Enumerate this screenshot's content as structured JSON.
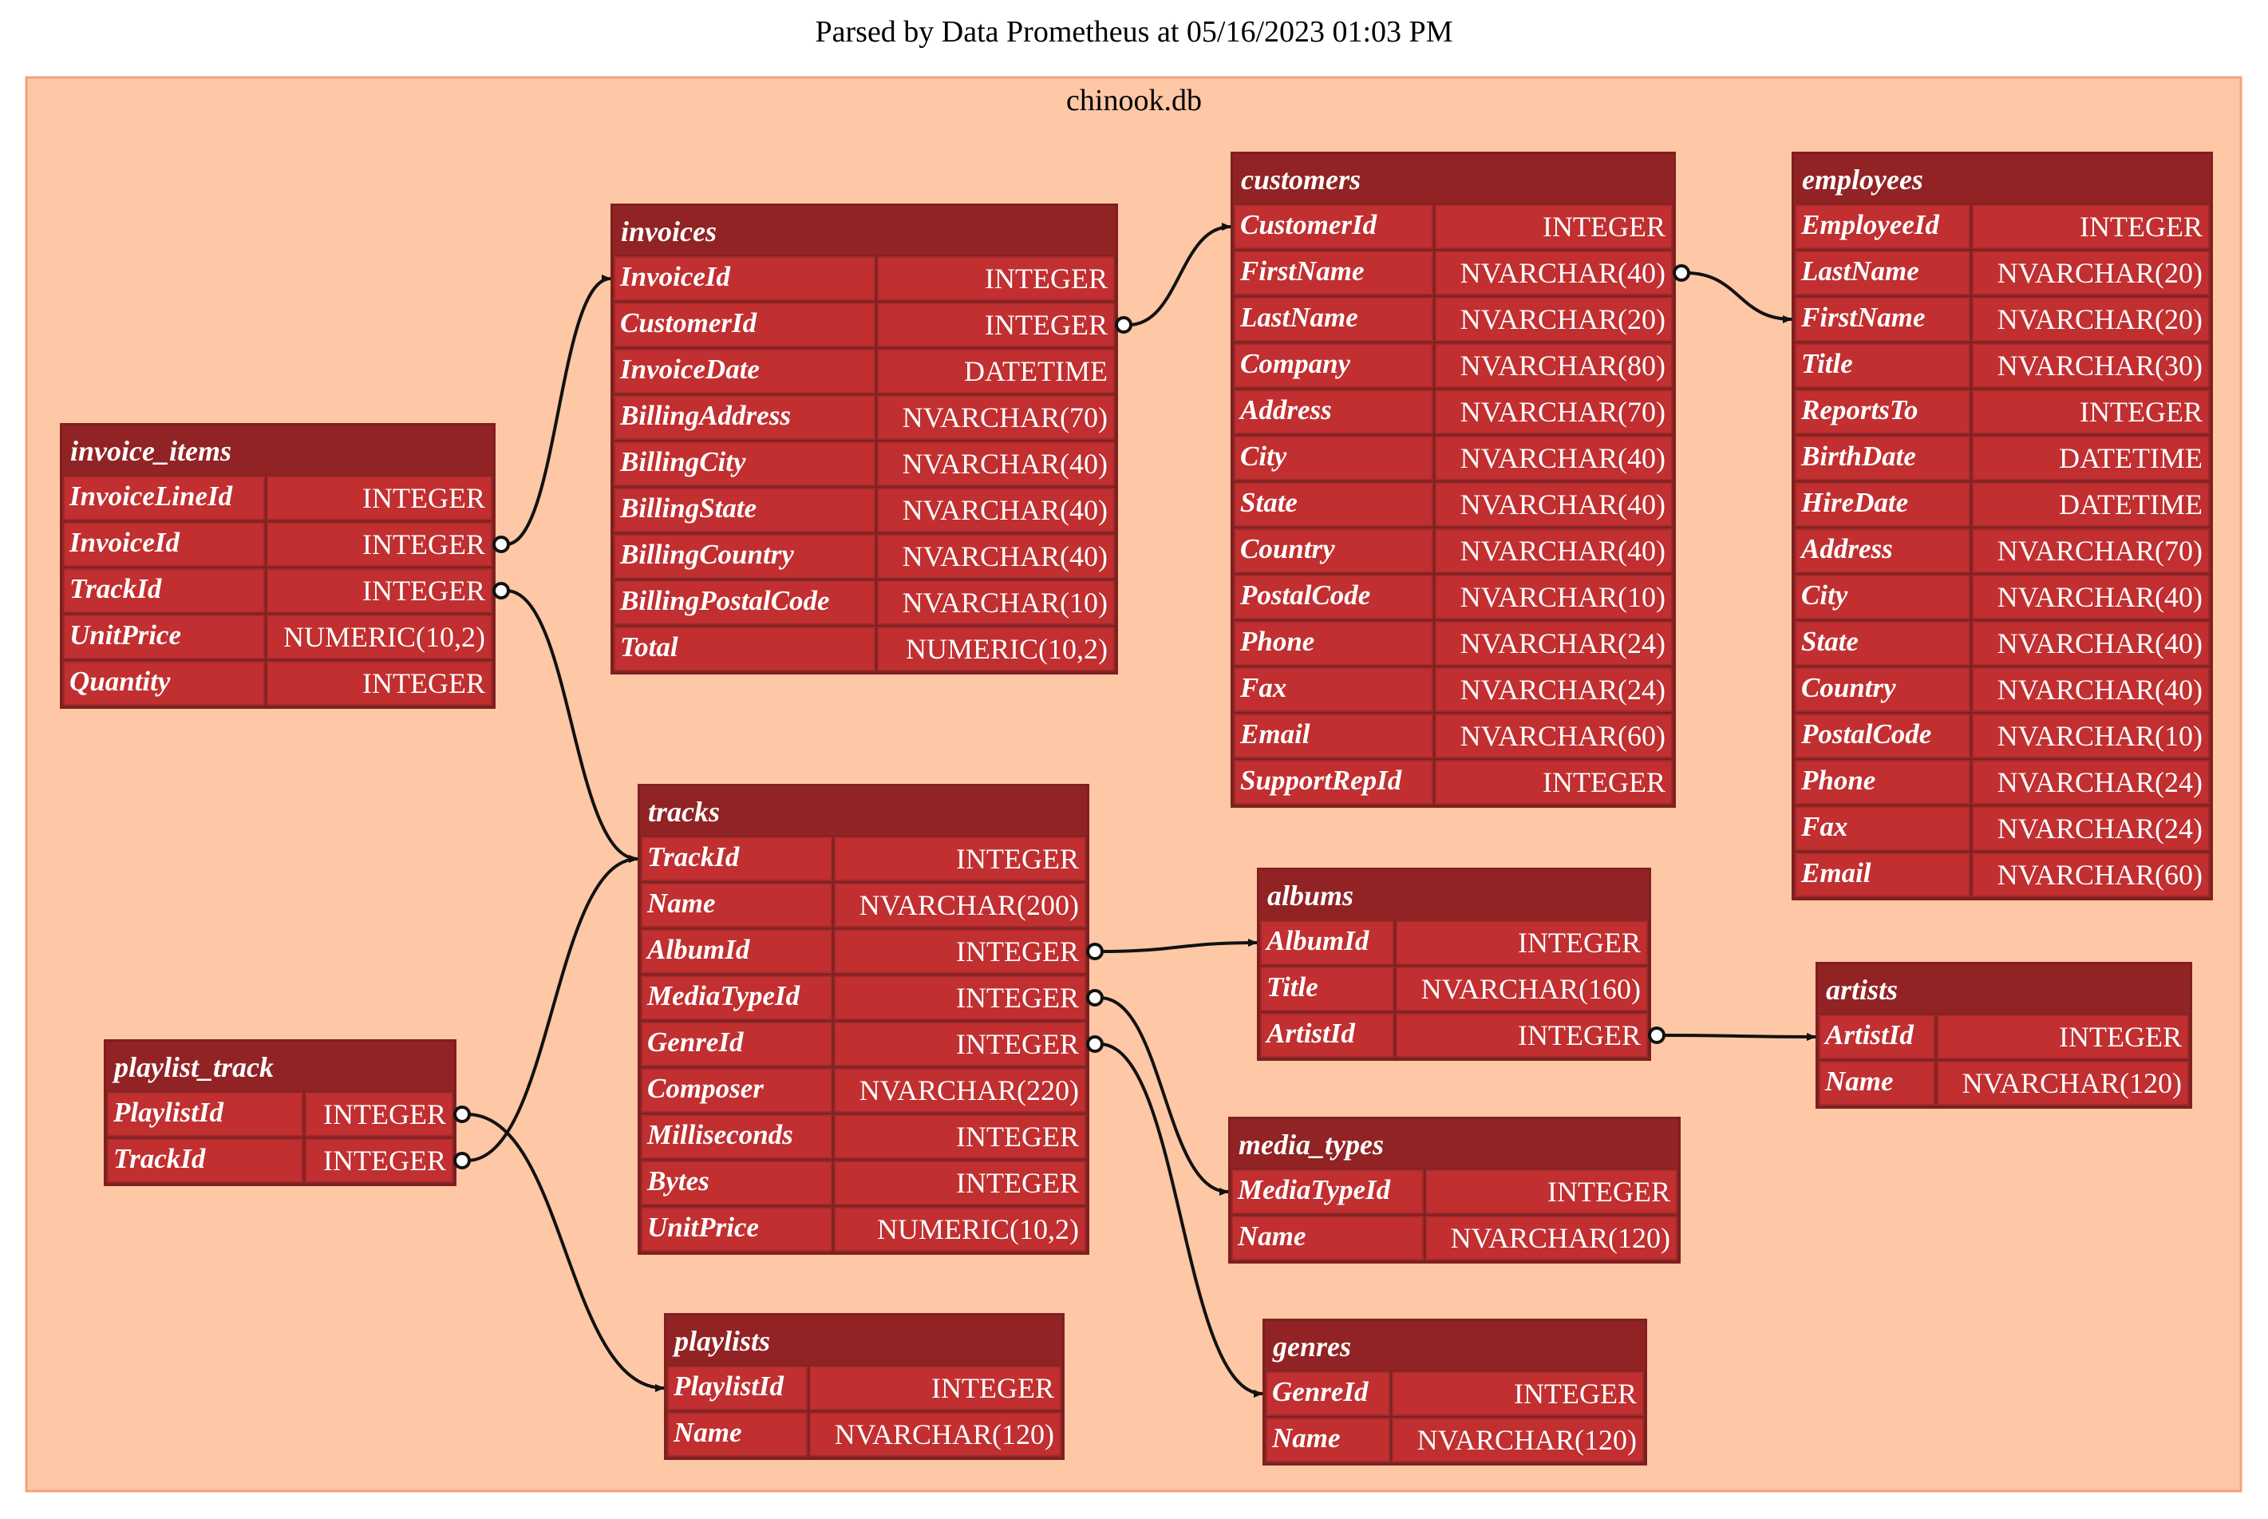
{
  "header": {
    "title": "Parsed by Data Prometheus at 05/16/2023 01:03 PM"
  },
  "cluster": {
    "label": "chinook.db"
  },
  "colors": {
    "cluster_fill": "#fec7a5",
    "cluster_border": "#f6a07c",
    "table_header": "#912324",
    "table_cell": "#c12f30",
    "table_border": "#7f1f20",
    "edge": "#111111"
  },
  "tables": [
    {
      "id": "invoice_items",
      "name": "invoice_items",
      "columns": [
        {
          "name": "InvoiceLineId",
          "type": "INTEGER"
        },
        {
          "name": "InvoiceId",
          "type": "INTEGER"
        },
        {
          "name": "TrackId",
          "type": "INTEGER"
        },
        {
          "name": "UnitPrice",
          "type": "NUMERIC(10,2)"
        },
        {
          "name": "Quantity",
          "type": "INTEGER"
        }
      ]
    },
    {
      "id": "invoices",
      "name": "invoices",
      "columns": [
        {
          "name": "InvoiceId",
          "type": "INTEGER"
        },
        {
          "name": "CustomerId",
          "type": "INTEGER"
        },
        {
          "name": "InvoiceDate",
          "type": "DATETIME"
        },
        {
          "name": "BillingAddress",
          "type": "NVARCHAR(70)"
        },
        {
          "name": "BillingCity",
          "type": "NVARCHAR(40)"
        },
        {
          "name": "BillingState",
          "type": "NVARCHAR(40)"
        },
        {
          "name": "BillingCountry",
          "type": "NVARCHAR(40)"
        },
        {
          "name": "BillingPostalCode",
          "type": "NVARCHAR(10)"
        },
        {
          "name": "Total",
          "type": "NUMERIC(10,2)"
        }
      ]
    },
    {
      "id": "customers",
      "name": "customers",
      "columns": [
        {
          "name": "CustomerId",
          "type": "INTEGER"
        },
        {
          "name": "FirstName",
          "type": "NVARCHAR(40)"
        },
        {
          "name": "LastName",
          "type": "NVARCHAR(20)"
        },
        {
          "name": "Company",
          "type": "NVARCHAR(80)"
        },
        {
          "name": "Address",
          "type": "NVARCHAR(70)"
        },
        {
          "name": "City",
          "type": "NVARCHAR(40)"
        },
        {
          "name": "State",
          "type": "NVARCHAR(40)"
        },
        {
          "name": "Country",
          "type": "NVARCHAR(40)"
        },
        {
          "name": "PostalCode",
          "type": "NVARCHAR(10)"
        },
        {
          "name": "Phone",
          "type": "NVARCHAR(24)"
        },
        {
          "name": "Fax",
          "type": "NVARCHAR(24)"
        },
        {
          "name": "Email",
          "type": "NVARCHAR(60)"
        },
        {
          "name": "SupportRepId",
          "type": "INTEGER"
        }
      ]
    },
    {
      "id": "employees",
      "name": "employees",
      "columns": [
        {
          "name": "EmployeeId",
          "type": "INTEGER"
        },
        {
          "name": "LastName",
          "type": "NVARCHAR(20)"
        },
        {
          "name": "FirstName",
          "type": "NVARCHAR(20)"
        },
        {
          "name": "Title",
          "type": "NVARCHAR(30)"
        },
        {
          "name": "ReportsTo",
          "type": "INTEGER"
        },
        {
          "name": "BirthDate",
          "type": "DATETIME"
        },
        {
          "name": "HireDate",
          "type": "DATETIME"
        },
        {
          "name": "Address",
          "type": "NVARCHAR(70)"
        },
        {
          "name": "City",
          "type": "NVARCHAR(40)"
        },
        {
          "name": "State",
          "type": "NVARCHAR(40)"
        },
        {
          "name": "Country",
          "type": "NVARCHAR(40)"
        },
        {
          "name": "PostalCode",
          "type": "NVARCHAR(10)"
        },
        {
          "name": "Phone",
          "type": "NVARCHAR(24)"
        },
        {
          "name": "Fax",
          "type": "NVARCHAR(24)"
        },
        {
          "name": "Email",
          "type": "NVARCHAR(60)"
        }
      ]
    },
    {
      "id": "tracks",
      "name": "tracks",
      "columns": [
        {
          "name": "TrackId",
          "type": "INTEGER"
        },
        {
          "name": "Name",
          "type": "NVARCHAR(200)"
        },
        {
          "name": "AlbumId",
          "type": "INTEGER"
        },
        {
          "name": "MediaTypeId",
          "type": "INTEGER"
        },
        {
          "name": "GenreId",
          "type": "INTEGER"
        },
        {
          "name": "Composer",
          "type": "NVARCHAR(220)"
        },
        {
          "name": "Milliseconds",
          "type": "INTEGER"
        },
        {
          "name": "Bytes",
          "type": "INTEGER"
        },
        {
          "name": "UnitPrice",
          "type": "NUMERIC(10,2)"
        }
      ]
    },
    {
      "id": "albums",
      "name": "albums",
      "columns": [
        {
          "name": "AlbumId",
          "type": "INTEGER"
        },
        {
          "name": "Title",
          "type": "NVARCHAR(160)"
        },
        {
          "name": "ArtistId",
          "type": "INTEGER"
        }
      ]
    },
    {
      "id": "artists",
      "name": "artists",
      "columns": [
        {
          "name": "ArtistId",
          "type": "INTEGER"
        },
        {
          "name": "Name",
          "type": "NVARCHAR(120)"
        }
      ]
    },
    {
      "id": "media_types",
      "name": "media_types",
      "columns": [
        {
          "name": "MediaTypeId",
          "type": "INTEGER"
        },
        {
          "name": "Name",
          "type": "NVARCHAR(120)"
        }
      ]
    },
    {
      "id": "playlist_track",
      "name": "playlist_track",
      "columns": [
        {
          "name": "PlaylistId",
          "type": "INTEGER"
        },
        {
          "name": "TrackId",
          "type": "INTEGER"
        }
      ]
    },
    {
      "id": "playlists",
      "name": "playlists",
      "columns": [
        {
          "name": "PlaylistId",
          "type": "INTEGER"
        },
        {
          "name": "Name",
          "type": "NVARCHAR(120)"
        }
      ]
    },
    {
      "id": "genres",
      "name": "genres",
      "columns": [
        {
          "name": "GenreId",
          "type": "INTEGER"
        },
        {
          "name": "Name",
          "type": "NVARCHAR(120)"
        }
      ]
    }
  ],
  "relationships": [
    {
      "from": "invoice_items.InvoiceId",
      "to": "invoices.InvoiceId"
    },
    {
      "from": "invoice_items.TrackId",
      "to": "tracks.TrackId"
    },
    {
      "from": "invoices.CustomerId",
      "to": "customers.CustomerId"
    },
    {
      "from": "customers.FirstName",
      "to": "employees.FirstName"
    },
    {
      "from": "tracks.AlbumId",
      "to": "albums.AlbumId"
    },
    {
      "from": "tracks.MediaTypeId",
      "to": "media_types.MediaTypeId"
    },
    {
      "from": "tracks.GenreId",
      "to": "genres.GenreId"
    },
    {
      "from": "albums.ArtistId",
      "to": "artists.ArtistId"
    },
    {
      "from": "playlist_track.PlaylistId",
      "to": "playlists.PlaylistId"
    },
    {
      "from": "playlist_track.TrackId",
      "to": "tracks.TrackId"
    }
  ]
}
